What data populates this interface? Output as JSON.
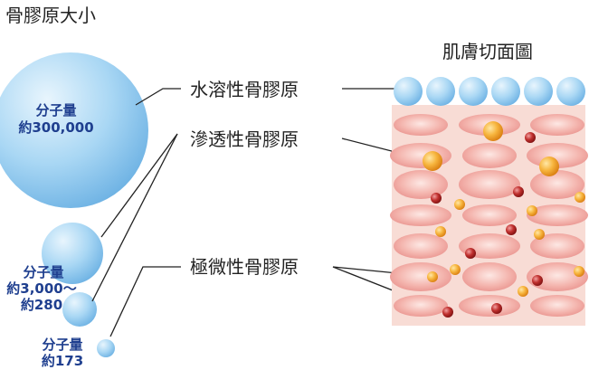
{
  "size_title": "骨膠原大小",
  "skin_title": "肌膚切面圖",
  "callouts": {
    "water_soluble": "水溶性骨膠原",
    "penetrating": "滲透性骨膠原",
    "micro": "極微性骨膠原"
  },
  "molecule_labels": {
    "large": [
      "分子量",
      "約300,000"
    ],
    "medium": [
      "分子量",
      "約3,000～",
      "約280"
    ],
    "small": [
      "分子量",
      "約173"
    ]
  },
  "colors": {
    "collagen_blue": "#9fd0f2",
    "skin_pink": "#f7d6ce",
    "cell_pink": "#ec9d98",
    "orange": "#f39a1f",
    "dark_red": "#b0201f",
    "text_blue": "#1f3f8f"
  }
}
